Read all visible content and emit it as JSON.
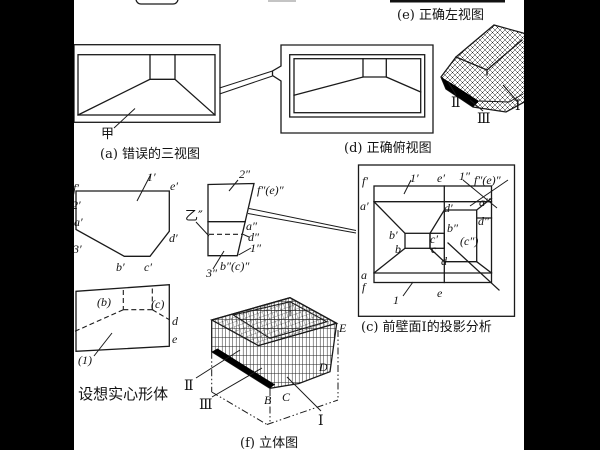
{
  "figure_type": "engineering-drawing-teaching-figure",
  "captions": {
    "a": "(a) 错误的三视图",
    "b": "(b) 设想实心形体",
    "c": "(c) 前壁面Ⅰ的投影分析",
    "d": "(d) 正确俯视图",
    "e": "(e) 正确左视图",
    "f": "(f) 立体图"
  },
  "labels": {
    "jia": "甲",
    "basket_2": "Ⅱ",
    "basket_3": "Ⅲ",
    "basket_1": "Ⅰ",
    "fv_1p": "1′",
    "fv_ep": "e′",
    "fv_fp": "f′",
    "fv_2p": "2′",
    "fv_ap": "a′",
    "fv_3p": "3′",
    "fv_bp": "b′",
    "fv_cp": "c′",
    "fv_dp": "d′",
    "sv_2": "2″",
    "sv_fe": "f″(e)″",
    "sv_yi": "乙″",
    "sv_a": "a″",
    "sv_d": "d″",
    "sv_1": "1″",
    "sv_3": "3″",
    "sv_bc": "b″(c)″",
    "tv_b": "(b)",
    "tv_c": "(c)",
    "tv_d": "d",
    "tv_e": "e",
    "tv_1": "(1)",
    "pa_fp": "f′",
    "pa_1p": "1′",
    "pa_ep": "e′",
    "pa_1s": "1″",
    "pa_fe": "f″(e)″",
    "pa_ap": "a′",
    "pa_as": "a″",
    "pa_dp": "d′",
    "pa_ds": "d″",
    "pa_bs": "b″",
    "pa_cs": "(c″)",
    "pa_bp": "b′",
    "pa_b": "b",
    "pa_cp": "c′",
    "pa_c": "c",
    "pa_d": "d",
    "pa_a": "a",
    "pa_f": "f",
    "pa_1": "1",
    "pa_e": "e",
    "iso_2": "Ⅱ",
    "iso_3": "Ⅲ",
    "iso_B": "B",
    "iso_C": "C",
    "iso_1": "Ⅰ",
    "iso_D": "D",
    "iso_E": "E"
  }
}
